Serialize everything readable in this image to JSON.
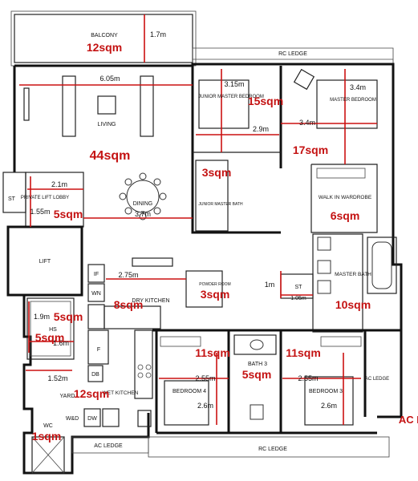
{
  "rooms": {
    "balcony": "BALCONY",
    "rc_ledge_top": "RC LEDGE",
    "living": "LIVING",
    "junior_master_bedroom": "JUNIOR MASTER BEDROOM",
    "master_bedroom": "MASTER BEDROOM",
    "dining": "DINING",
    "junior_master_bath": "JUNIOR MASTER BATH",
    "walk_in_wardrobe": "WALK IN WARDROBE",
    "st_left": "ST",
    "private_lift_lobby": "PRIVATE LIFT LOBBY",
    "lift": "LIFT",
    "if": "IF",
    "wn": "WN",
    "powder_room": "POWDER ROOM",
    "st_right": "ST",
    "master_bath": "MASTER BATH",
    "dry_kitchen": "DRY KITCHEN",
    "hs": "HS",
    "f": "F",
    "db": "DB",
    "bath3": "BATH 3",
    "ac_ledge_right": "AC LEDGE",
    "yard": "YARD",
    "wet_kitchen": "WET KITCHEN",
    "bedroom4": "BEDROOM 4",
    "bedroom3": "BEDROOM 3",
    "wd": "W&D",
    "dw": "DW",
    "wc": "WC",
    "ac_ledge_bottom": "AC LEDGE",
    "rc_ledge_bottom": "RC LEDGE",
    "ac_edge_cut": "AC L"
  },
  "dimensions": {
    "balcony_depth": "1.7m",
    "living_width": "6.05m",
    "jmb_depth": "3.15m",
    "jmb_width": "2.9m",
    "mb_depth": "3.4m",
    "mb_width": "3.4m",
    "lobby_width": "2.1m",
    "lobby_depth": "1.55m",
    "dining_width": "3.7m",
    "dry_kitchen_width": "2.75m",
    "st_depth": "1m",
    "st_width": "1.05m",
    "hs_depth": "1.9m",
    "hs_width": "1.6m",
    "yard_width": "1.52m",
    "bedroom4_width": "2.55m",
    "bedroom4_depth": "2.6m",
    "bedroom3_width": "2.55m",
    "bedroom3_depth": "2.6m"
  },
  "areas": {
    "balcony": "12sqm",
    "jmb": "15sqm",
    "mb": "17sqm",
    "living": "44sqm",
    "jmb_bath": "3sqm",
    "wardrobe": "6sqm",
    "lobby": "5sqm",
    "powder": "3sqm",
    "dry_kitchen": "8sqm",
    "master_bath": "10sqm",
    "hs": "5sqm",
    "hs2": "5sqm",
    "bedroom4": "11sqm",
    "bath3": "5sqm",
    "bedroom3": "11sqm",
    "wet_kitchen": "12sqm",
    "wc": "1sqm"
  }
}
